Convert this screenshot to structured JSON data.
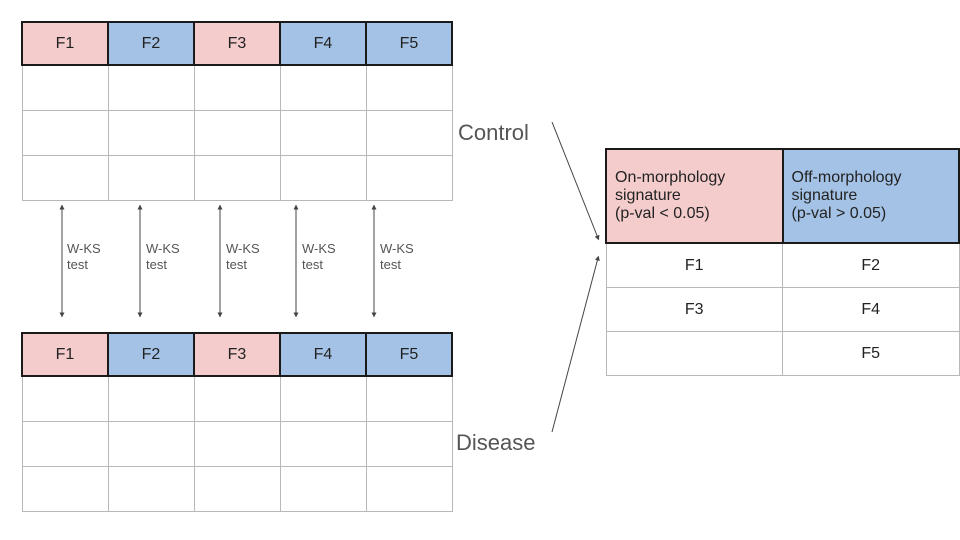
{
  "features": [
    "F1",
    "F2",
    "F3",
    "F4",
    "F5"
  ],
  "feature_colors": [
    "pink",
    "blue",
    "pink",
    "blue",
    "blue"
  ],
  "colors": {
    "pink": "#f4cccc",
    "blue": "#a4c2e6"
  },
  "labels": {
    "control": "Control",
    "disease": "Disease"
  },
  "test": {
    "line1": "W-KS",
    "line2": "test"
  },
  "result": {
    "on_header": [
      "On-morphology",
      "signature",
      "(p-val < 0.05)"
    ],
    "off_header": [
      "Off-morphology",
      "signature",
      "(p-val > 0.05)"
    ],
    "rows": [
      [
        "F1",
        "F2"
      ],
      [
        "F3",
        "F4"
      ],
      [
        "",
        "F5"
      ]
    ]
  }
}
